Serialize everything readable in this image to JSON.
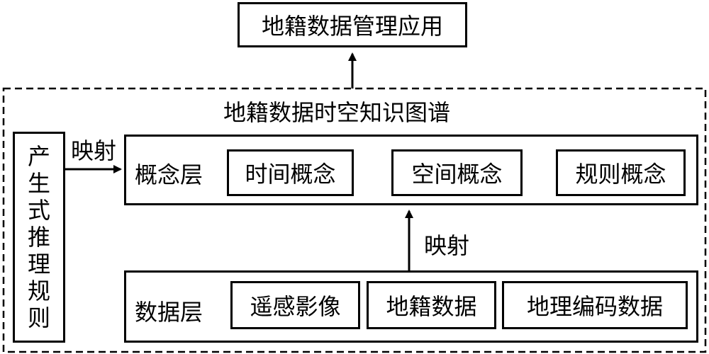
{
  "app_title": "地籍数据管理应用",
  "kg_title": "地籍数据时空知识图谱",
  "left_box": {
    "chars": [
      "产",
      "生",
      "式",
      "推",
      "理",
      "规",
      "则"
    ]
  },
  "concept_layer": {
    "label": "概念层",
    "items": [
      "时间概念",
      "空间概念",
      "规则概念"
    ]
  },
  "data_layer": {
    "label": "数据层",
    "items": [
      "遥感影像",
      "地籍数据",
      "地理编码数据"
    ]
  },
  "arrows": {
    "left_to_concept": "映射",
    "data_to_concept": "映射"
  }
}
